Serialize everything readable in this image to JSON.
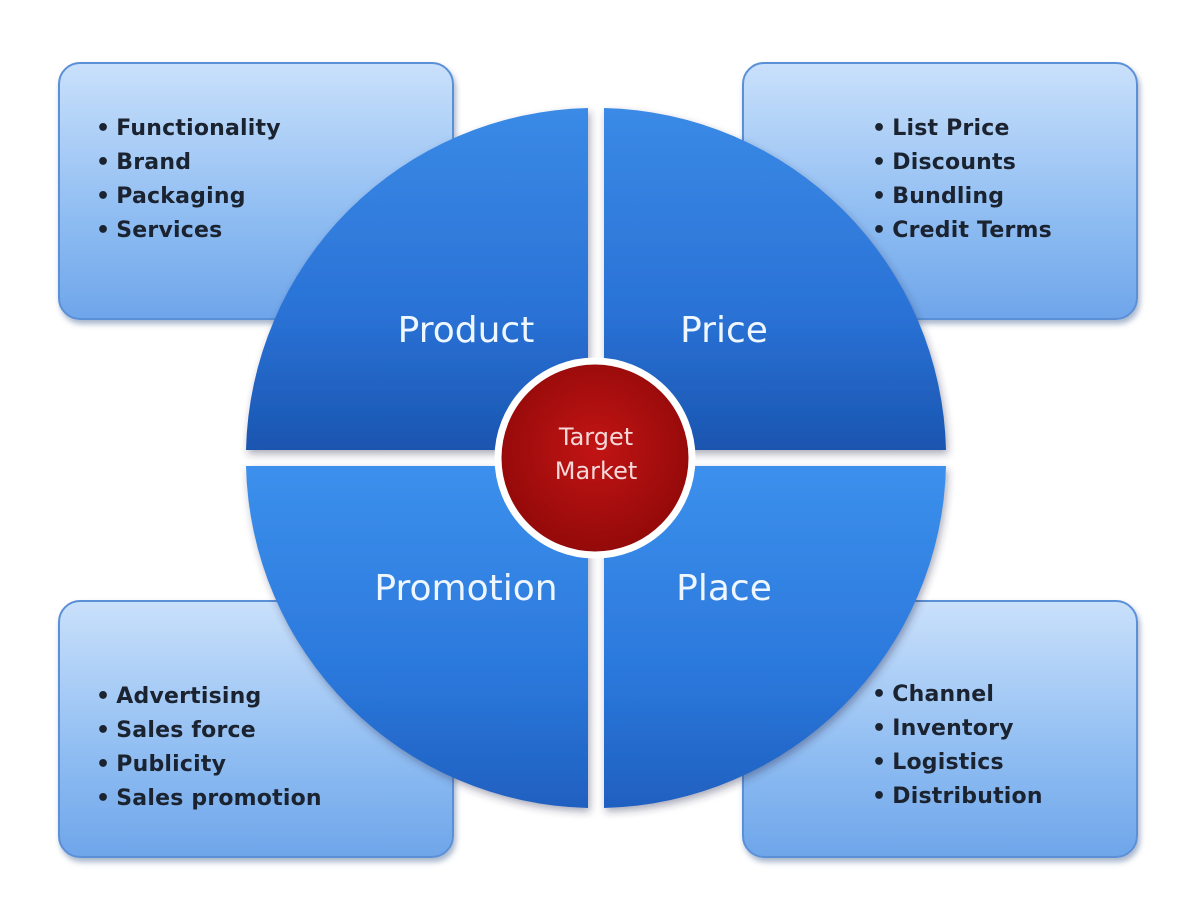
{
  "title": "Marketing Mix 4Ps",
  "center": {
    "line1": "Target",
    "line2": "Market"
  },
  "quadrants": [
    {
      "label": "Product",
      "items": [
        "Functionality",
        "Brand",
        "Packaging",
        "Services"
      ]
    },
    {
      "label": "Price",
      "items": [
        "List Price",
        "Discounts",
        "Bundling",
        "Credit Terms"
      ]
    },
    {
      "label": "Promotion",
      "items": [
        "Advertising",
        "Sales force",
        "Publicity",
        "Sales promotion"
      ]
    },
    {
      "label": "Place",
      "items": [
        "Channel",
        "Inventory",
        "Logistics",
        "Distribution"
      ]
    }
  ],
  "colors": {
    "quadrant": "#2a78dc",
    "center": "#b01010",
    "box": "#9cc6f4"
  }
}
